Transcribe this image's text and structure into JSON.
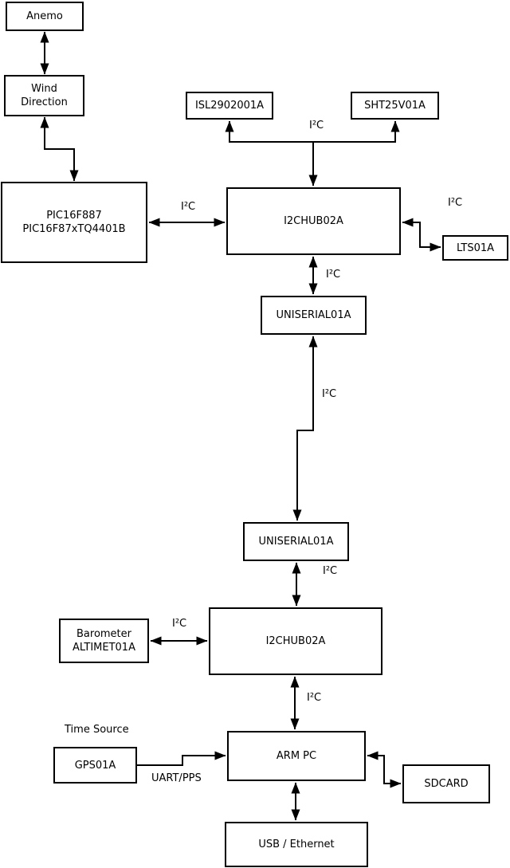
{
  "diagram": {
    "nodes": {
      "anemo": {
        "label": "Anemo"
      },
      "wind": {
        "line1": "Wind",
        "line2": "Direction"
      },
      "pic": {
        "line1": "PIC16F887",
        "line2": "PIC16F87xTQ4401B"
      },
      "isl": {
        "label": "ISL2902001A"
      },
      "sht": {
        "label": "SHT25V01A"
      },
      "hub1": {
        "label": "I2CHUB02A"
      },
      "lts": {
        "label": "LTS01A"
      },
      "uniserial1": {
        "label": "UNISERIAL01A"
      },
      "uniserial2": {
        "label": "UNISERIAL01A"
      },
      "barometer": {
        "line1": "Barometer",
        "line2": "ALTIMET01A"
      },
      "hub2": {
        "label": "I2CHUB02A"
      },
      "gps": {
        "label": "GPS01A"
      },
      "armpc": {
        "label": "ARM PC"
      },
      "sdcard": {
        "label": "SDCARD"
      },
      "usb": {
        "label": "USB / Ethernet"
      }
    },
    "edge_labels": {
      "i2c": "I²C",
      "uart_pps": "UART/PPS",
      "time_source": "Time Source"
    },
    "colors": {
      "line": "#000000",
      "box_fill": "#ffffff",
      "background": "#ffffff"
    }
  }
}
